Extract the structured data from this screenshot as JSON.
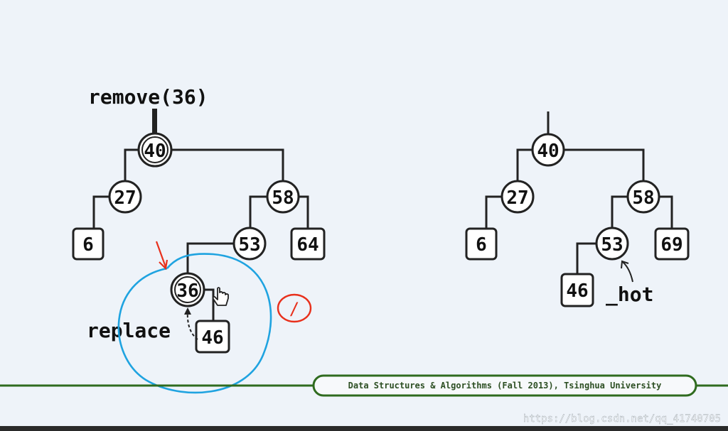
{
  "slide": {
    "operation_label": "remove(36)",
    "replace_label": "replace",
    "hot_label": "_hot",
    "footer_text": "Data Structures & Algorithms (Fall 2013), Tsinghua University",
    "watermark": "https://blog.csdn.net/qq_41740705",
    "annotation_mark": "/"
  },
  "left_tree": {
    "root": "40",
    "n27": "27",
    "n58": "58",
    "n6": "6",
    "n53": "53",
    "n64": "64",
    "n36": "36",
    "n46": "46"
  },
  "right_tree": {
    "root": "40",
    "n27": "27",
    "n58": "58",
    "n6": "6",
    "n53": "53",
    "n69": "69",
    "n46": "46"
  },
  "colors": {
    "background": "#eef3f9",
    "line": "#222222",
    "footer_line": "#2f6b1f",
    "circle_annotation": "#1fa3e0",
    "red_annotation": "#e8301c"
  }
}
